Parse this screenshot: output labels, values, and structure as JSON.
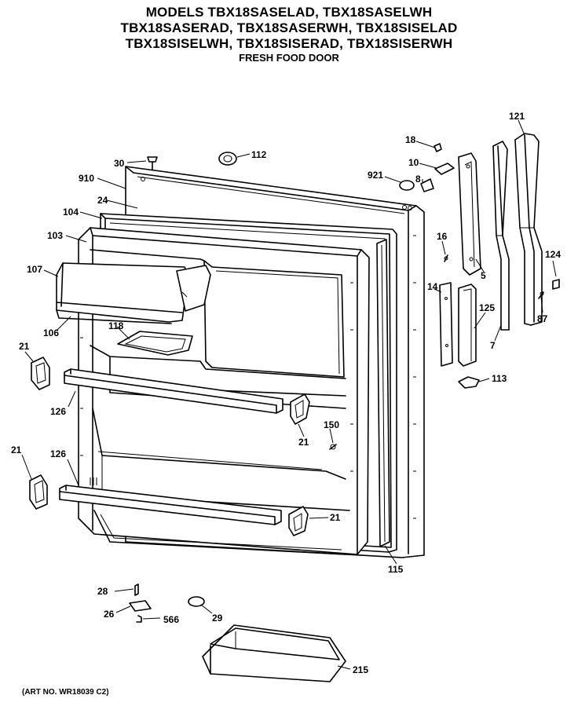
{
  "title": {
    "lines": [
      "MODELS TBX18SASELAD, TBX18SASELWH",
      "TBX18SASERAD, TBX18SASERWH, TBX18SISELAD",
      "TBX18SISELWH, TBX18SISERAD, TBX18SISERWH"
    ],
    "subtitle": "FRESH FOOD DOOR"
  },
  "art_number": "(ART NO. WR18039 C2)",
  "callouts": [
    {
      "id": "c30",
      "text": "30"
    },
    {
      "id": "c112",
      "text": "112"
    },
    {
      "id": "c910",
      "text": "910"
    },
    {
      "id": "c24",
      "text": "24"
    },
    {
      "id": "c104",
      "text": "104"
    },
    {
      "id": "c103",
      "text": "103"
    },
    {
      "id": "c107",
      "text": "107"
    },
    {
      "id": "c106",
      "text": "106"
    },
    {
      "id": "c118",
      "text": "118"
    },
    {
      "id": "c21a",
      "text": "21"
    },
    {
      "id": "c126a",
      "text": "126"
    },
    {
      "id": "c21b",
      "text": "21"
    },
    {
      "id": "c126b",
      "text": "126"
    },
    {
      "id": "c21c",
      "text": "21"
    },
    {
      "id": "c150",
      "text": "150"
    },
    {
      "id": "c21d",
      "text": "21"
    },
    {
      "id": "c115",
      "text": "115"
    },
    {
      "id": "c18",
      "text": "18"
    },
    {
      "id": "c10",
      "text": "10"
    },
    {
      "id": "c921",
      "text": "921"
    },
    {
      "id": "c8",
      "text": "8"
    },
    {
      "id": "c121",
      "text": "121"
    },
    {
      "id": "c16",
      "text": "16"
    },
    {
      "id": "c5",
      "text": "5"
    },
    {
      "id": "c124",
      "text": "124"
    },
    {
      "id": "c14",
      "text": "14"
    },
    {
      "id": "c125",
      "text": "125"
    },
    {
      "id": "c87",
      "text": "87"
    },
    {
      "id": "c7",
      "text": "7"
    },
    {
      "id": "c113",
      "text": "113"
    },
    {
      "id": "c28",
      "text": "28"
    },
    {
      "id": "c26",
      "text": "26"
    },
    {
      "id": "c566",
      "text": "566"
    },
    {
      "id": "c29",
      "text": "29"
    },
    {
      "id": "c215",
      "text": "215"
    }
  ]
}
